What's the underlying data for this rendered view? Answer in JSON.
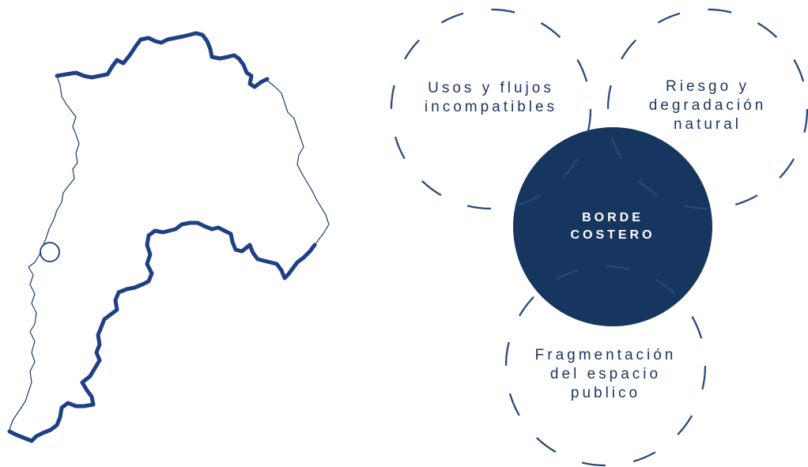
{
  "diagram": {
    "core": {
      "line1": "BORDE",
      "line2": "COSTERO"
    },
    "issues": [
      {
        "line1": "Usos y flujos",
        "line2": "incompatibles"
      },
      {
        "line1": "Riesgo y",
        "line2": "degradación",
        "line3": "natural"
      },
      {
        "line1": "Fragmentación",
        "line2": "del espacio",
        "line3": "publico"
      }
    ]
  },
  "colors": {
    "navy": "#1d3561",
    "core_fill": "#17365f",
    "map_bold": "#1f3f86",
    "map_thin": "#1e3a70"
  }
}
